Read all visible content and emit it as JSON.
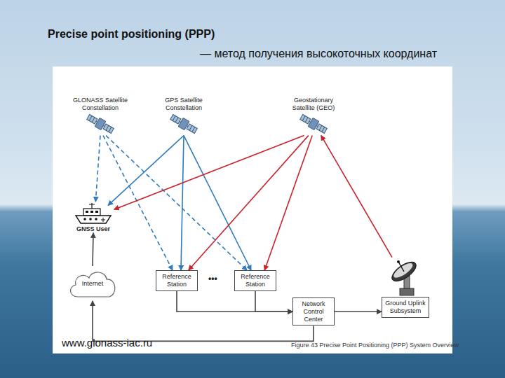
{
  "diagram": {
    "title": "Precise point positioning (PPP)",
    "caption": "Figure 43 Precise Point Positioning (PPP) System Overview",
    "nodes": [
      {
        "text": [
          "GLONASS Satellite Constellation"
        ]
      },
      {
        "text": [
          "GPS Satellite Constellation"
        ]
      },
      {
        "text": [
          "Geostationary Satellite (GEO)"
        ]
      },
      {
        "text": [
          "GNSS User"
        ]
      },
      {
        "text": [
          "Internet"
        ]
      },
      {
        "text": [
          "Reference Station"
        ]
      },
      {
        "text": [
          "Reference Station"
        ]
      },
      {
        "text": [
          "Network Control Center"
        ]
      },
      {
        "text": [
          "Ground Uplink Subsystem"
        ]
      }
    ],
    "edges": [
      {
        "from": 0,
        "to": 3,
        "arrow": "to"
      },
      {
        "from": 0,
        "to": 5,
        "arrow": "to"
      },
      {
        "from": 0,
        "to": 6,
        "arrow": "to"
      },
      {
        "from": 1,
        "to": 3,
        "arrow": "to"
      },
      {
        "from": 1,
        "to": 5,
        "arrow": "to"
      },
      {
        "from": 1,
        "to": 6,
        "arrow": "to"
      },
      {
        "from": 2,
        "to": 3,
        "arrow": "to"
      },
      {
        "from": 2,
        "to": 5,
        "arrow": "to"
      },
      {
        "from": 2,
        "to": 6,
        "arrow": "to"
      },
      {
        "from": 8,
        "to": 2,
        "arrow": "to"
      },
      {
        "from": 5,
        "to": 7,
        "arrow": "to"
      },
      {
        "from": 6,
        "to": 7,
        "arrow": "to"
      },
      {
        "from": 7,
        "to": 8,
        "arrow": "to"
      },
      {
        "from": 7,
        "to": 4,
        "arrow": "to"
      },
      {
        "from": 4,
        "to": 3,
        "arrow": "to"
      }
    ],
    "labels": [
      "— метод получения высокоточных координат",
      "•••",
      "www.glonass-iac.ru"
    ]
  }
}
